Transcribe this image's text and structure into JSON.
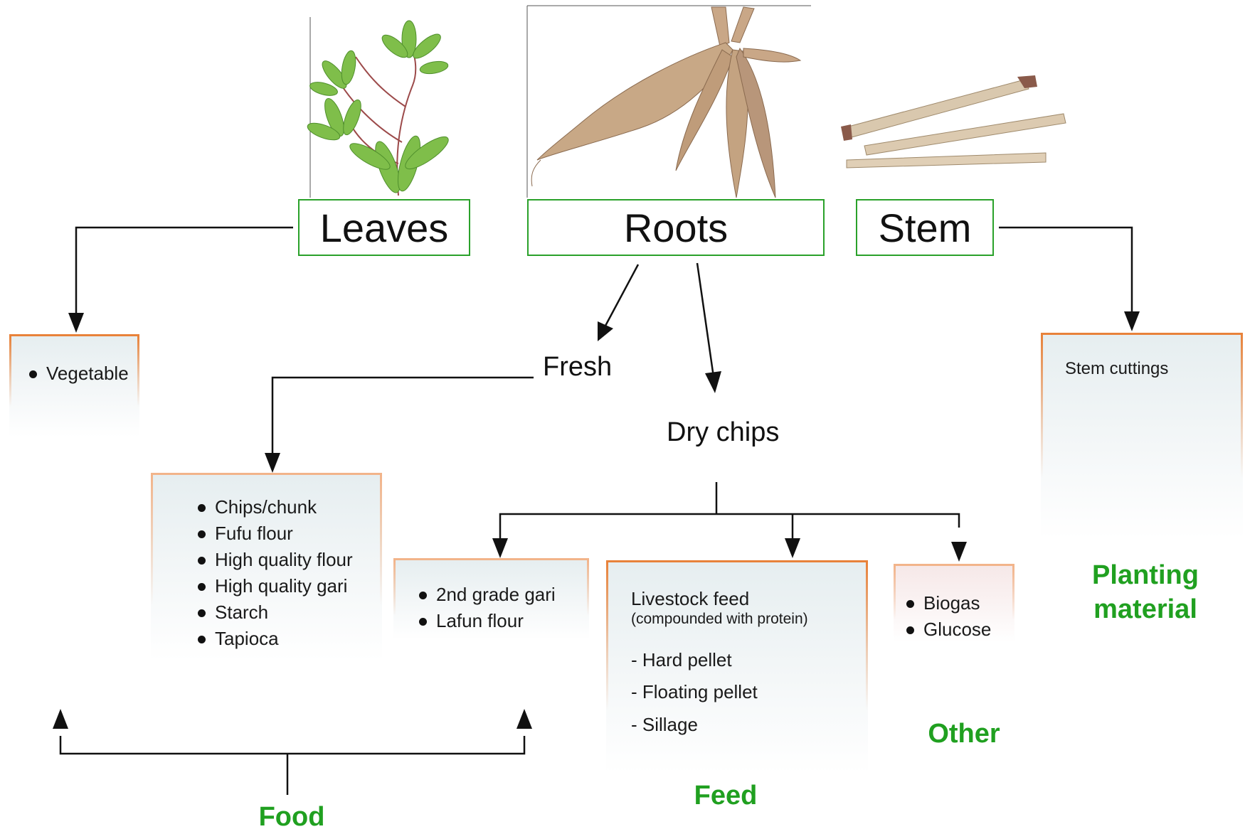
{
  "parts": {
    "leaves": "Leaves",
    "roots": "Roots",
    "stem": "Stem"
  },
  "nodes": {
    "fresh": "Fresh",
    "dry_chips": "Dry chips"
  },
  "leaves_uses": [
    "Vegetable"
  ],
  "fresh_uses": [
    "Chips/chunk",
    "Fufu flour",
    "High quality flour",
    "High quality gari",
    "Starch",
    "Tapioca"
  ],
  "dry_food_uses": [
    "2nd grade gari",
    "Lafun flour"
  ],
  "feed": {
    "title": "Livestock feed",
    "subtitle": "(compounded with protein)",
    "items": [
      "- Hard pellet",
      "- Floating pellet",
      "- Sillage"
    ]
  },
  "other_uses": [
    "Biogas",
    "Glucose"
  ],
  "stem_uses": "Stem cuttings",
  "categories": {
    "food": "Food",
    "feed": "Feed",
    "other": "Other",
    "planting": "Planting material"
  },
  "colors": {
    "category_green": "#20a020",
    "box_border_green": "#2aa12a",
    "card_accent_orange": "#e8823a"
  }
}
